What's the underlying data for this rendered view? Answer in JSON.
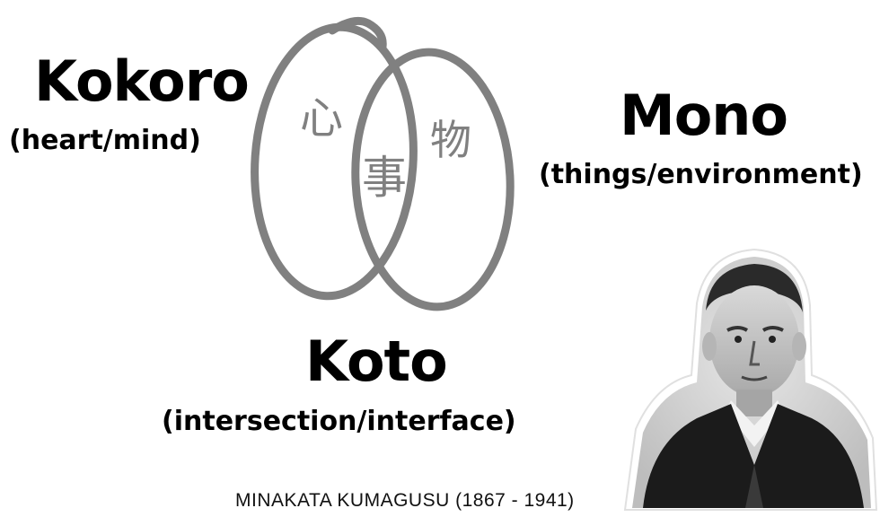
{
  "kokoro": {
    "title": "Kokoro",
    "subtitle": "(heart/mind)"
  },
  "mono": {
    "title": "Mono",
    "subtitle": "(things/environment)"
  },
  "koto": {
    "title": "Koto",
    "subtitle": "(intersection/interface)"
  },
  "diagram": {
    "glyph_left": "心",
    "glyph_middle": "事",
    "glyph_right": "物",
    "stroke_color": "#808080"
  },
  "caption": "MINAKATA KUMAGUSU (1867 - 1941)"
}
